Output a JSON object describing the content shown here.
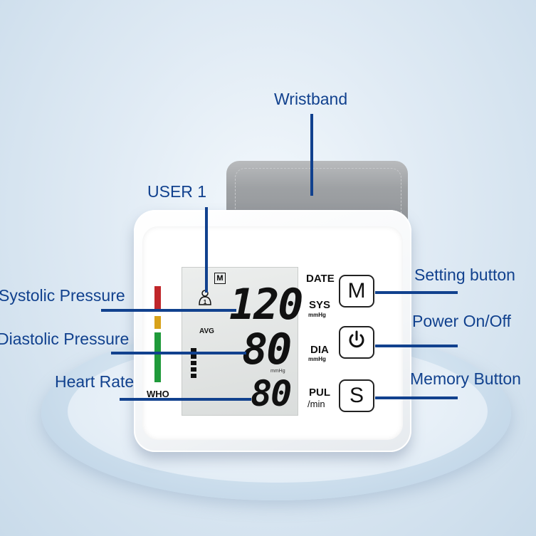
{
  "colors": {
    "callout": "#11418e",
    "led_red": "#c0262a",
    "led_yellow": "#d8a21a",
    "led_green": "#1f9a3a"
  },
  "device": {
    "date_label": "DATE",
    "sys_label": "SYS",
    "dia_label": "DIA",
    "unit_label": "mmHg",
    "pul_label": "PUL",
    "pul_unit": "/min",
    "who_label": "WHO",
    "avg_label": "AVG",
    "memory_badge": "M",
    "user_number": "1",
    "systolic_value": "120",
    "diastolic_value": "80",
    "pulse_value": "80",
    "lcd_unit": "mmHg",
    "buttons": {
      "setting": "M",
      "memory": "S",
      "power_icon": "power-icon"
    }
  },
  "callouts": {
    "wristband": "Wristband",
    "user": "USER 1",
    "systolic": "Systolic Pressure",
    "diastolic": "Diastolic Pressure",
    "heart_rate": "Heart Rate",
    "setting": "Setting button",
    "power": "Power On/Off",
    "memory": "Memory Button"
  }
}
